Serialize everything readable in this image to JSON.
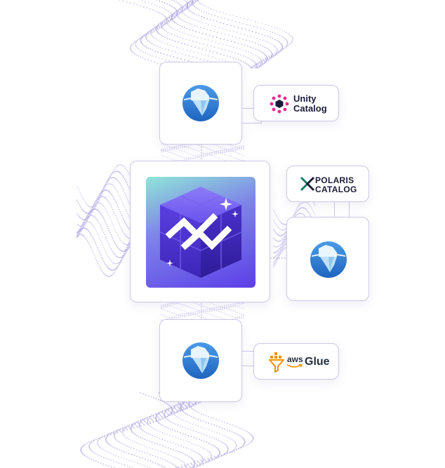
{
  "colors": {
    "card_border": "#cdc8e6",
    "connector": "#b8b0e0",
    "cube": "#5b3fe0",
    "cube_bg_top": "#8fe6d8",
    "cube_bg_bottom": "#5c3ee8",
    "iceberg": "#2f7fd6",
    "unity": "#e8298a",
    "polaris": "#1e7a6a",
    "aws": "#f39200"
  },
  "logos": {
    "unity": {
      "line1": "Unity",
      "line2": "Catalog"
    },
    "polaris": {
      "line1": "POLARIS",
      "line2": "CATALOG"
    },
    "glue": {
      "aws": "aws",
      "name": "Glue"
    }
  }
}
